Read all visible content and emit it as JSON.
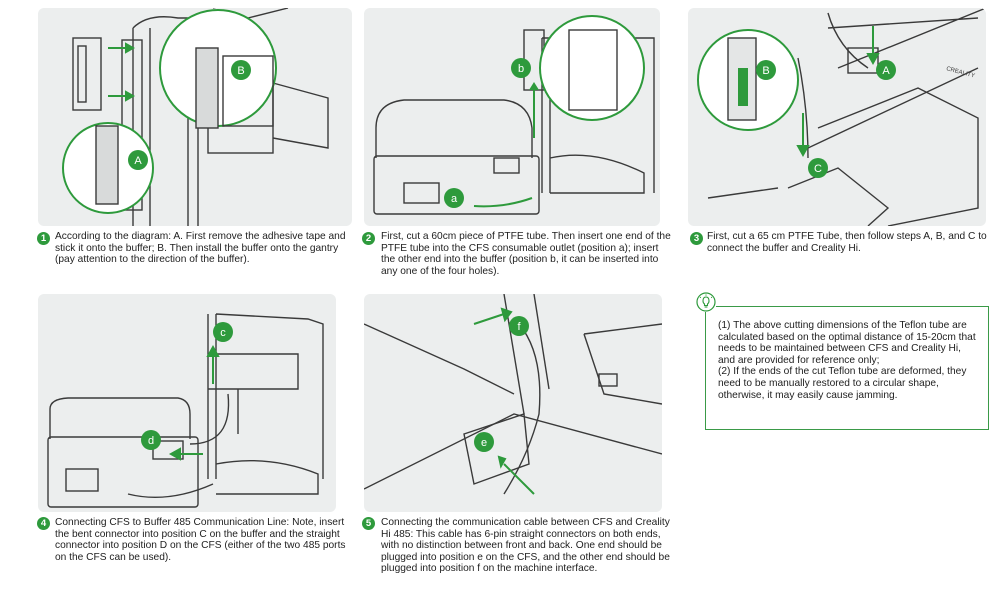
{
  "steps": [
    {
      "num": "1",
      "text": "According to the diagram: A. First remove the adhesive tape and stick it onto the buffer; B. Then install the buffer onto the gantry (pay attention to the direction of the buffer).",
      "labels": [
        "A",
        "B"
      ]
    },
    {
      "num": "2",
      "text": "First, cut a 60cm piece of PTFE tube. Then insert one end of the PTFE tube into the CFS consumable outlet (position a); insert the other end into the buffer (position b, it can be inserted into any one of the four holes).",
      "labels": [
        "a",
        "b"
      ]
    },
    {
      "num": "3",
      "text": "First, cut a 65 cm PTFE Tube, then follow steps A, B, and C to connect the buffer and Creality Hi.",
      "labels": [
        "A",
        "B",
        "C"
      ],
      "brand": "CREALITY"
    },
    {
      "num": "4",
      "text": "Connecting CFS to Buffer 485 Communication Line: Note, insert the bent connector into position C on the buffer and the straight connector into position D on the CFS (either of the two 485 ports on the CFS can be used).",
      "labels": [
        "c",
        "d"
      ]
    },
    {
      "num": "5",
      "text": "Connecting the communication cable between CFS and Creality Hi 485: This cable has 6-pin straight connectors on both ends, with no distinction between front and back. One end should be plugged into position e on the CFS, and the other end should be plugged into position f on the machine interface.",
      "labels": [
        "e",
        "f"
      ]
    }
  ],
  "tip": {
    "icon": "lightbulb-icon",
    "line1": "(1) The above cutting dimensions of the Teflon tube are calculated based on the optimal distance of 15-20cm that needs to be maintained between CFS and Creality Hi, and are provided for reference only;",
    "line2": "(2) If the ends of the cut Teflon tube are deformed, they need to be manually restored to a circular shape, otherwise, it may easily cause jamming."
  },
  "colors": {
    "accent": "#2e9a3c",
    "panel": "#eceeee",
    "line": "#3a3a3a"
  }
}
